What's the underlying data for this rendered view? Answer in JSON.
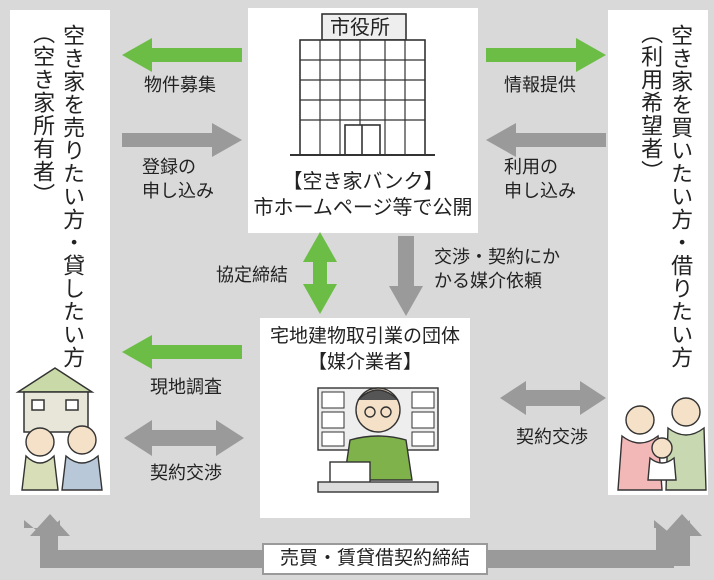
{
  "seller": {
    "title": "空き家を売りたい方・貸したい方",
    "note": "（空き家所有者）"
  },
  "buyer": {
    "title": "空き家を買いたい方・借りたい方",
    "note": "（利用希望者）"
  },
  "city": {
    "sign": "市役所",
    "bank_title": "【空き家バンク】",
    "bank_desc": "市ホームページ等で公開"
  },
  "broker": {
    "title": "宅地建物取引業の団体",
    "subtitle": "【媒介業者】"
  },
  "labels": {
    "property_recruit": "物件募集",
    "register_1": "登録の",
    "register_2": "申し込み",
    "info": "情報提供",
    "use_1": "利用の",
    "use_2": "申し込み",
    "agreement": "協定締結",
    "request_1": "交渉・契約にか",
    "request_2": "かる媒介依頼",
    "survey": "現地調査",
    "negotiate_left": "契約交渉",
    "negotiate_right": "契約交渉",
    "contract": "売買・賃貸借契約締結"
  },
  "colors": {
    "green_arrow": "#6cbd45",
    "gray_arrow": "#9a9a9a",
    "background": "#d9d9d9",
    "box": "#ffffff"
  }
}
